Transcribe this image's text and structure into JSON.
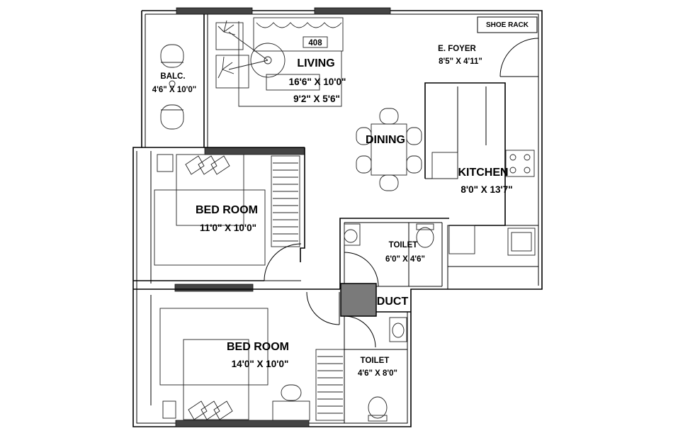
{
  "rooms": {
    "living": {
      "name": "LIVING",
      "dim": "16'6\" X 10'0\"",
      "carpet": "9'2\" X 5'6\""
    },
    "balcony": {
      "name": "BALC.",
      "dim": "4'6\" X 10'0\""
    },
    "foyer": {
      "name": "E. FOYER",
      "dim": "8'5\" X 4'11\""
    },
    "dining": {
      "name": "DINING"
    },
    "kitchen": {
      "name": "KITCHEN",
      "dim": "8'0\" X 13'7\""
    },
    "bedroom1": {
      "name": "BED ROOM",
      "dim": "11'0\" X 10'0\""
    },
    "bedroom2": {
      "name": "BED ROOM",
      "dim": "14'0\" X 10'0\""
    },
    "toilet1": {
      "name": "TOILET",
      "dim": "6'0\" X 4'6\""
    },
    "toilet2": {
      "name": "TOILET",
      "dim": "4'6\" X 8'0\""
    },
    "duct": {
      "name": "DUCT"
    }
  },
  "shoe_rack": "SHOE RACK",
  "sofa_tag": "408",
  "colors": {
    "wall": "#000000",
    "window": "#444444",
    "duct_fill": "#7a7a7a",
    "background": "#ffffff"
  }
}
